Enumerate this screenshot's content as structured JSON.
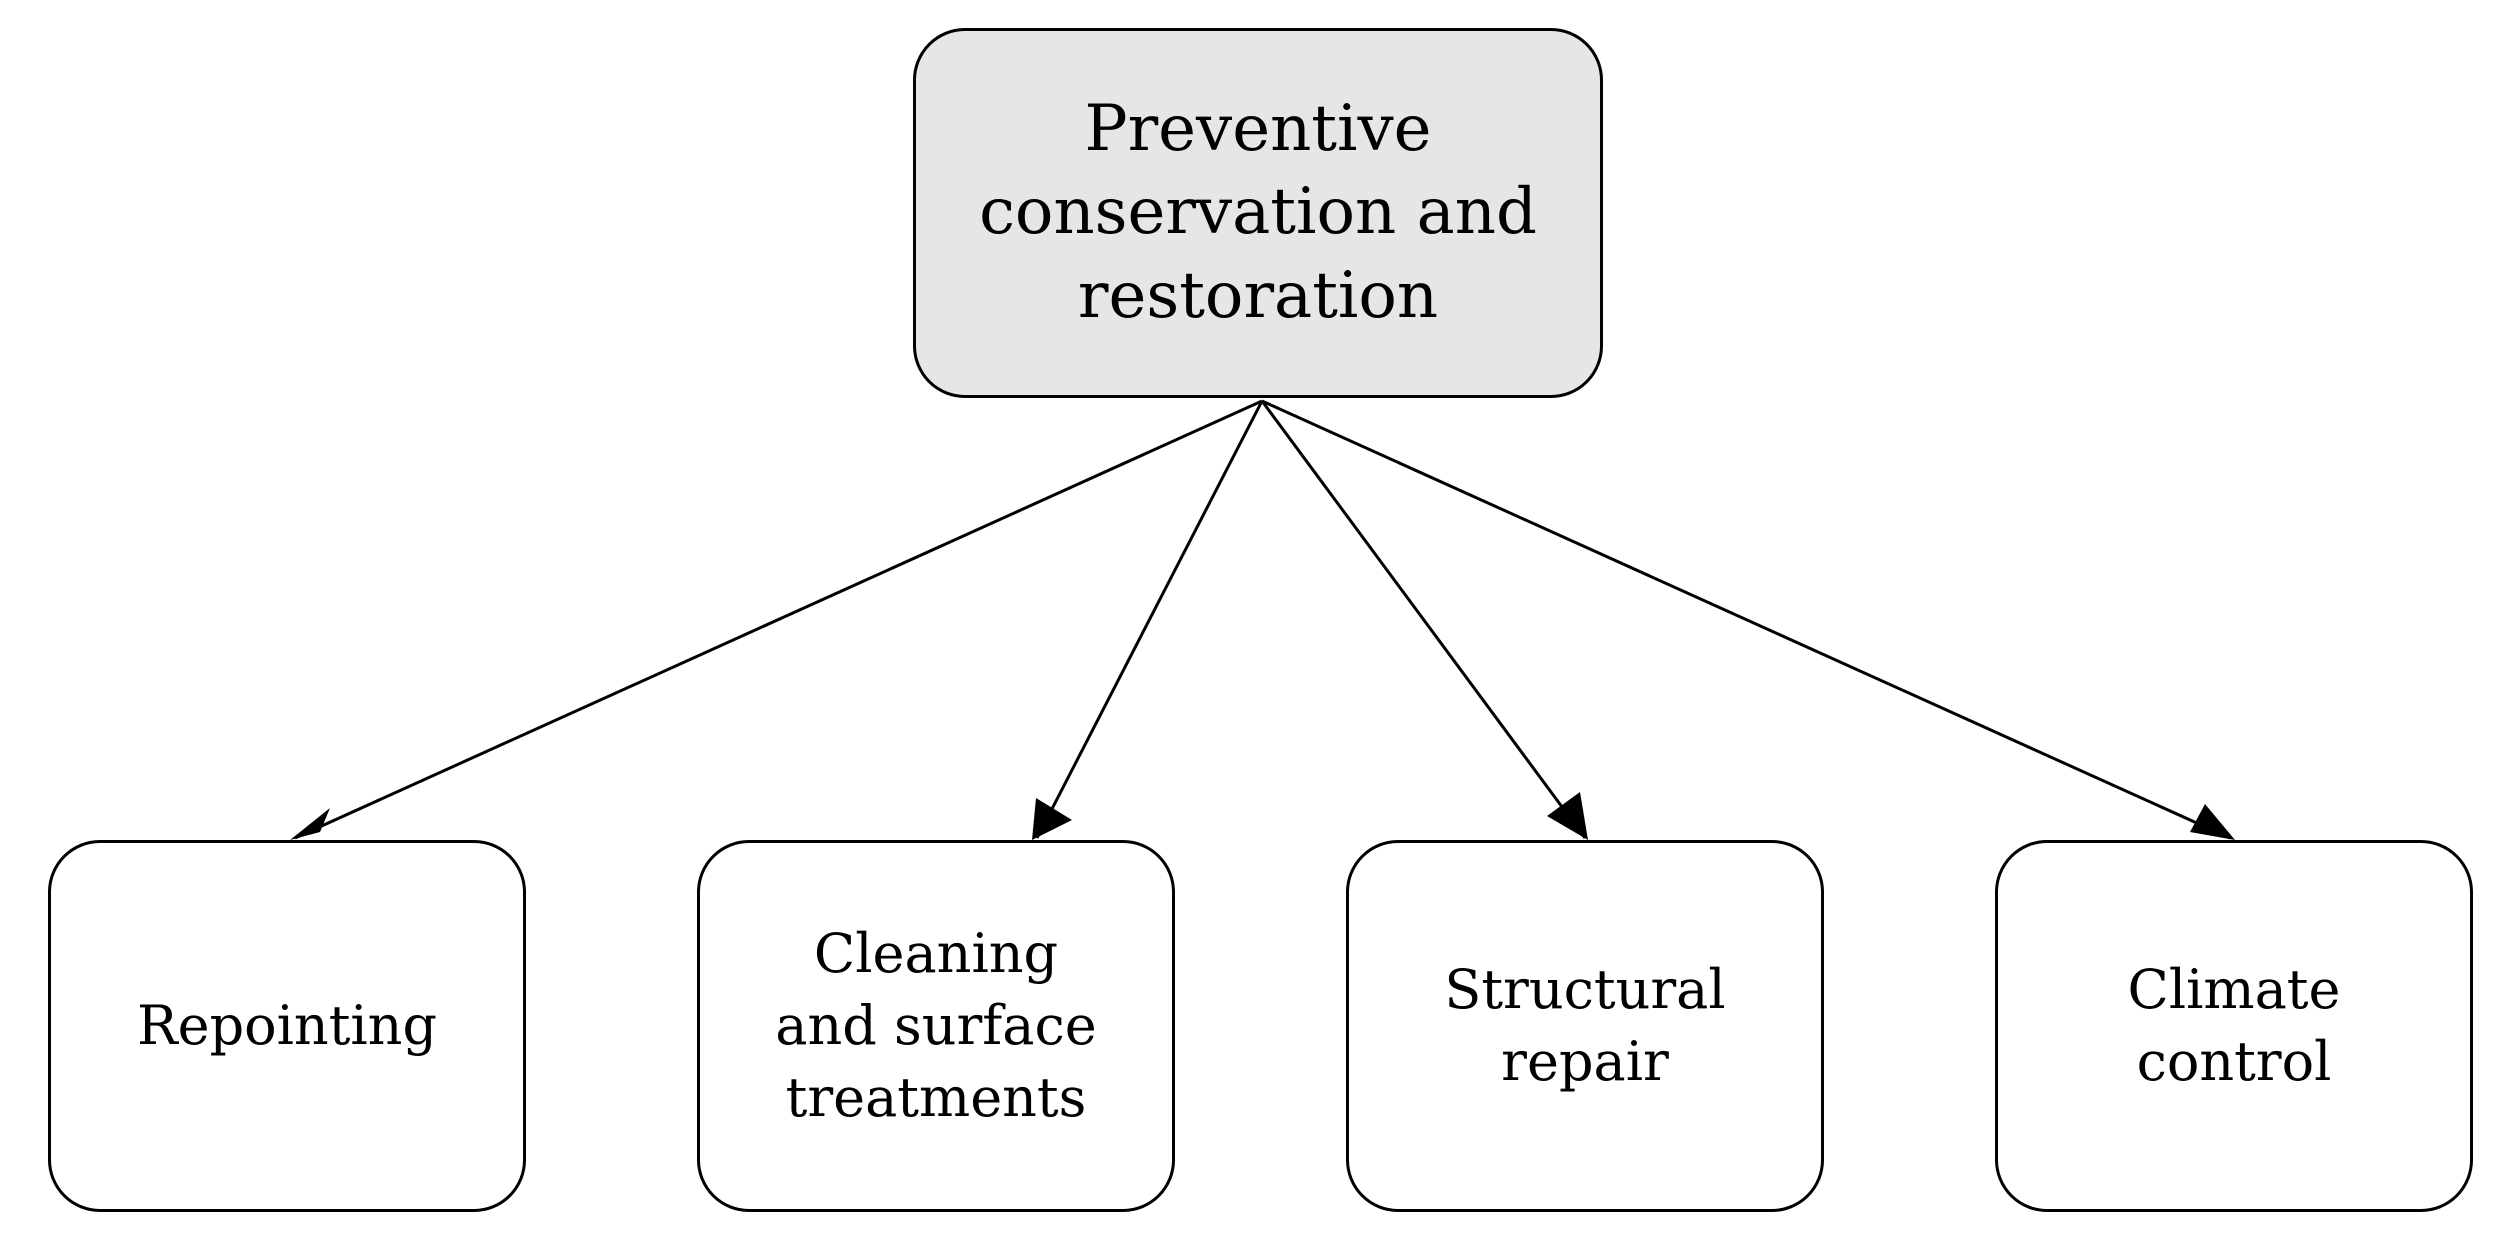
{
  "diagram": {
    "root": {
      "label": "Preventive\nconservation and\nrestoration"
    },
    "children": [
      {
        "label": "Repointing"
      },
      {
        "label": "Cleaning\nand surface\ntreatments"
      },
      {
        "label": "Structural\nrepair"
      },
      {
        "label": "Climate\ncontrol"
      }
    ],
    "colors": {
      "root_fill": "#e6e6e6",
      "child_fill": "#ffffff",
      "stroke": "#000000"
    }
  }
}
